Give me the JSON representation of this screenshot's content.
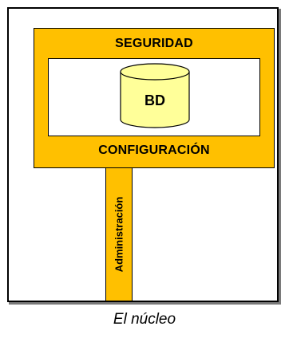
{
  "diagram": {
    "outer_label_top": "SEGURIDAD",
    "outer_label_bottom": "CONFIGURACIÓN",
    "database_label": "BD",
    "stem_label": "Administración",
    "caption": "El núcleo"
  },
  "colors": {
    "accent_fill": "#ffc000",
    "database_fill": "#ffff99",
    "outline": "#000000",
    "background": "#ffffff"
  }
}
